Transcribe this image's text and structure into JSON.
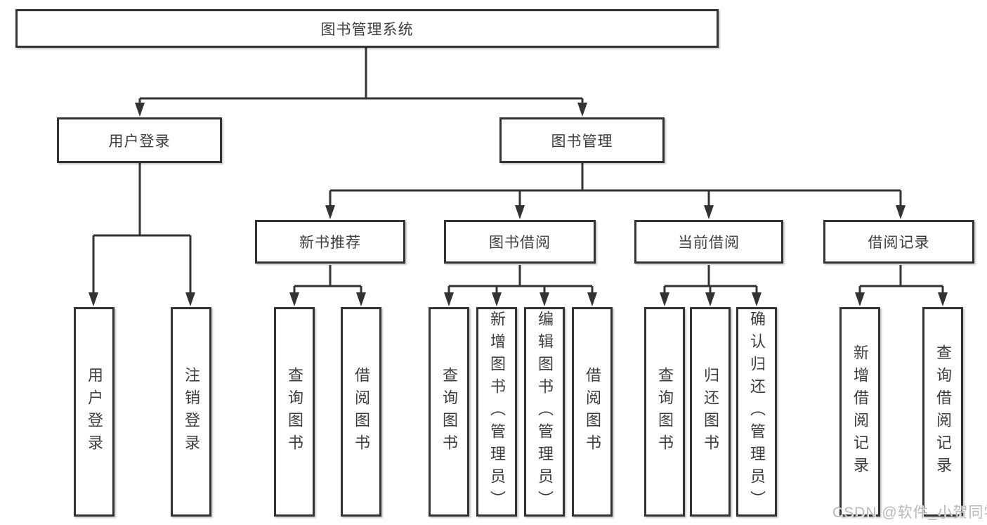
{
  "tree": {
    "root": {
      "label": "图书管理系统"
    },
    "level1": [
      {
        "label": "用户登录",
        "children": [
          {
            "label": "用户登录"
          },
          {
            "label": "注销登录"
          }
        ]
      },
      {
        "label": "图书管理",
        "children": [
          {
            "label": "新书推荐",
            "children": [
              {
                "label": "查询图书"
              },
              {
                "label": "借阅图书"
              }
            ]
          },
          {
            "label": "图书借阅",
            "children": [
              {
                "label": "查询图书"
              },
              {
                "label": "新增图书（管理员）"
              },
              {
                "label": "编辑图书（管理员）"
              },
              {
                "label": "借阅图书"
              }
            ]
          },
          {
            "label": "当前借阅",
            "children": [
              {
                "label": "查询图书"
              },
              {
                "label": "归还图书"
              },
              {
                "label": "确认归还（管理员）"
              }
            ]
          },
          {
            "label": "借阅记录",
            "children": [
              {
                "label": "新增借阅记录"
              },
              {
                "label": "查询借阅记录"
              }
            ]
          }
        ]
      }
    ]
  },
  "watermark": {
    "text": "CSDN @软件_小贺同学"
  },
  "colors": {
    "line": "#333333",
    "border": "#333333",
    "text": "#3d3d3d",
    "box_bg": "#ffffff",
    "watermark": "#b9b9b9"
  }
}
